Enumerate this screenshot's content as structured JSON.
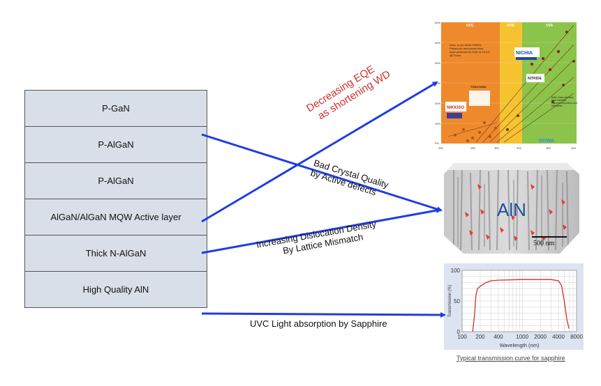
{
  "layers": [
    {
      "label": "P-GaN"
    },
    {
      "label": "P-AlGaN"
    },
    {
      "label": "P-AlGaN"
    },
    {
      "label": "AlGaN/AlGaN MQW Active layer"
    },
    {
      "label": "Thick N-AlGaN"
    },
    {
      "label": "High Quality AlN"
    }
  ],
  "arrows": {
    "eqe_line1": "Decreasing EQE",
    "eqe_line2": "as shortening WD",
    "crystal_line1": "Bad Crystal Quality",
    "crystal_line2": "by Active defects",
    "dislocation_line1": "Increasing Dislocation Density",
    "dislocation_line2": "By Lattice Mismatch",
    "uvc": "UVC Light absorption by Sapphire"
  },
  "eqe_chart": {
    "bands": [
      "UVC",
      "UVB",
      "UVA"
    ],
    "band_colors": [
      "#ef8a2c",
      "#f5c330",
      "#8cc34a"
    ],
    "y_ticks": [
      "60%",
      "50%",
      "40%",
      "30%",
      "20%",
      "10%",
      "0%"
    ],
    "x_ticks": [
      "200",
      "265",
      "300",
      "315",
      "350",
      "400"
    ],
    "note": "Note: In Q1-2018, RIKEN-Panasonic announced they have achieved an EQE of 10.2% @270nm",
    "logos": [
      "NICHIA",
      "TOKUYAMA",
      "NIKKISO",
      "NITRIDE",
      "DOWA"
    ],
    "footnote": "Note: Data collected from scientific papers/publications and interviews"
  },
  "sem": {
    "label": "AlN",
    "scale": "500 nm"
  },
  "chart_data": {
    "type": "line",
    "title": "",
    "xlabel": "Wavelength (nm)",
    "ylabel": "Transmission (%)",
    "x_ticks": [
      "100",
      "200",
      "400",
      "1000",
      "2000",
      "4000",
      "8000"
    ],
    "y_ticks": [
      0,
      50,
      100
    ],
    "ylim": [
      0,
      100
    ],
    "x_scale": "log",
    "grid": true,
    "series": [
      {
        "x": [
          150,
          160,
          170,
          180,
          200,
          250,
          300,
          400,
          1000,
          2000,
          3000,
          4000,
          4500,
          5000,
          5500,
          6000
        ],
        "y": [
          0,
          25,
          60,
          70,
          74,
          80,
          83,
          84,
          85,
          85,
          85,
          83,
          75,
          50,
          20,
          5
        ]
      }
    ],
    "caption": "Typical transmission curve for sapphire"
  }
}
